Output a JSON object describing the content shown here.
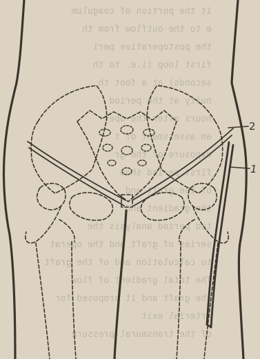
{
  "labels": {
    "one": "1",
    "two": "2"
  },
  "background_text_lines": [
    "it the portion of coagulum",
    "e to the outflow from th",
    "the postoperative peri",
    "first loop (i.e. to th",
    "seconds) at a foot th",
    "nuity at the period",
    "hours after the oper",
    "an assessment of t",
    "exposure of the gr",
    "first period shou",
    "of the graft and",
    "the gradient and",
    "ted period analysis the",
    "series of graft and the operat",
    "to calculation and of the graft",
    "The total gradient of flow",
    "the graft and it proposed for",
    "arterial exit",
    "of the transmural pressure"
  ],
  "colors": {
    "paper": "#dcd3c2",
    "ink": "#3a352d",
    "bleed": "#a69f92"
  }
}
